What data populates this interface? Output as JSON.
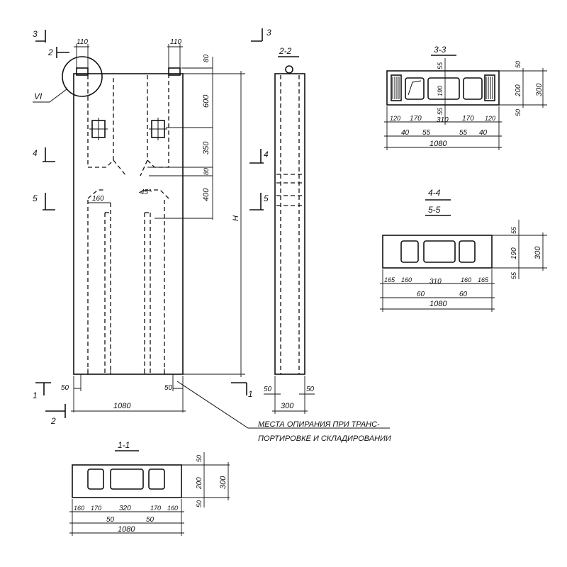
{
  "elevation": {
    "top_110_left": "110",
    "top_110_right": "110",
    "dim_80_top": "80",
    "dim_600": "600",
    "dim_350": "350",
    "dim_80_mid": "80",
    "dim_400": "400",
    "dim_160": "160",
    "angle": "45°",
    "height_label": "H",
    "support_50_left": "50",
    "support_50_right": "50",
    "width_1080": "1080",
    "detail_mark": "VI",
    "cut_3": "3",
    "cut_2": "2",
    "cut_4": "4",
    "cut_5": "5",
    "cut_1": "1"
  },
  "section_2_2": {
    "title": "2-2",
    "dim_50_left": "50",
    "dim_50_right": "50",
    "dim_300": "300"
  },
  "section_3_3": {
    "title": "3-3",
    "dim_55_top": "55",
    "dim_190": "190",
    "dim_55_bottom": "55",
    "dim_50_top": "50",
    "dim_200": "200",
    "dim_50_bottom": "50",
    "dim_300": "300",
    "row1": [
      "120",
      "170",
      "310",
      "170",
      "120"
    ],
    "row2": [
      "40",
      "55",
      "55",
      "40"
    ],
    "total": "1080"
  },
  "section_4_5": {
    "title_a": "4-4",
    "title_b": "5-5",
    "dim_55_top": "55",
    "dim_190": "190",
    "dim_55_bottom": "55",
    "dim_300": "300",
    "row1": [
      "165",
      "160",
      "310",
      "160",
      "165"
    ],
    "row2": [
      "60",
      "60"
    ],
    "total": "1080"
  },
  "section_1_1": {
    "title": "1-1",
    "dim_50_top": "50",
    "dim_200": "200",
    "dim_50_bottom": "50",
    "dim_300": "300",
    "row1": [
      "160",
      "170",
      "320",
      "170",
      "160"
    ],
    "row2": [
      "50",
      "50"
    ],
    "total": "1080"
  },
  "note": {
    "line1": "МЕСТА ОПИРАНИЯ ПРИ ТРАНС-",
    "line2": "ПОРТИРОВКЕ И СКЛАДИРОВАНИИ"
  }
}
